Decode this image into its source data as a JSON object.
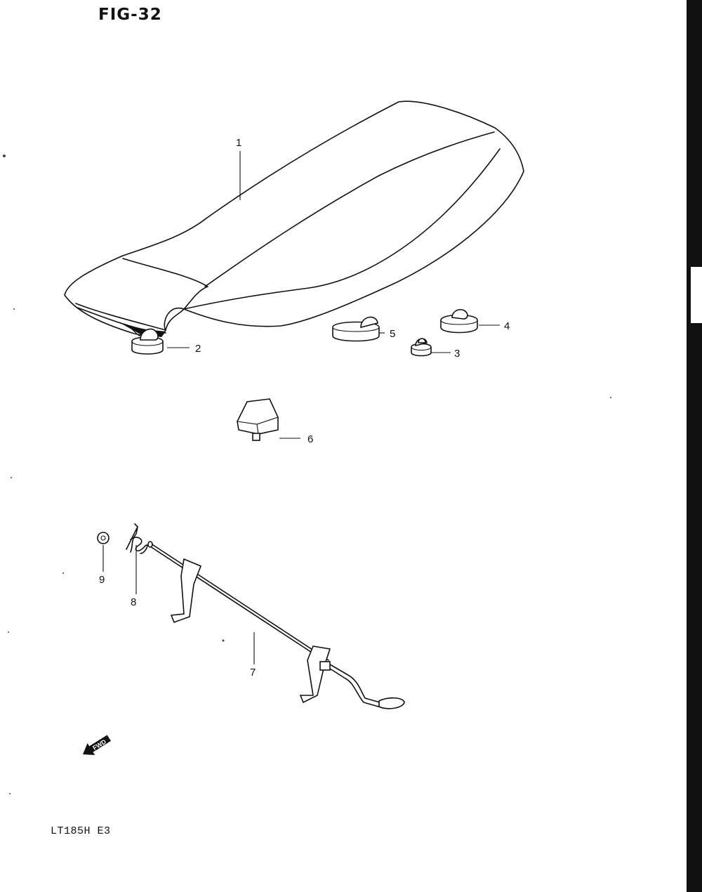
{
  "figure": {
    "title": "FIG-32",
    "model": "LT185H E3",
    "fwd_label": "FWD"
  },
  "callouts": [
    {
      "id": "1",
      "label": "1"
    },
    {
      "id": "2",
      "label": "2"
    },
    {
      "id": "3",
      "label": "3"
    },
    {
      "id": "4",
      "label": "4"
    },
    {
      "id": "5",
      "label": "5"
    },
    {
      "id": "6",
      "label": "6"
    },
    {
      "id": "7",
      "label": "7"
    },
    {
      "id": "8",
      "label": "8"
    },
    {
      "id": "9",
      "label": "9"
    }
  ],
  "colors": {
    "ink": "#111111",
    "paper": "#ffffff"
  }
}
